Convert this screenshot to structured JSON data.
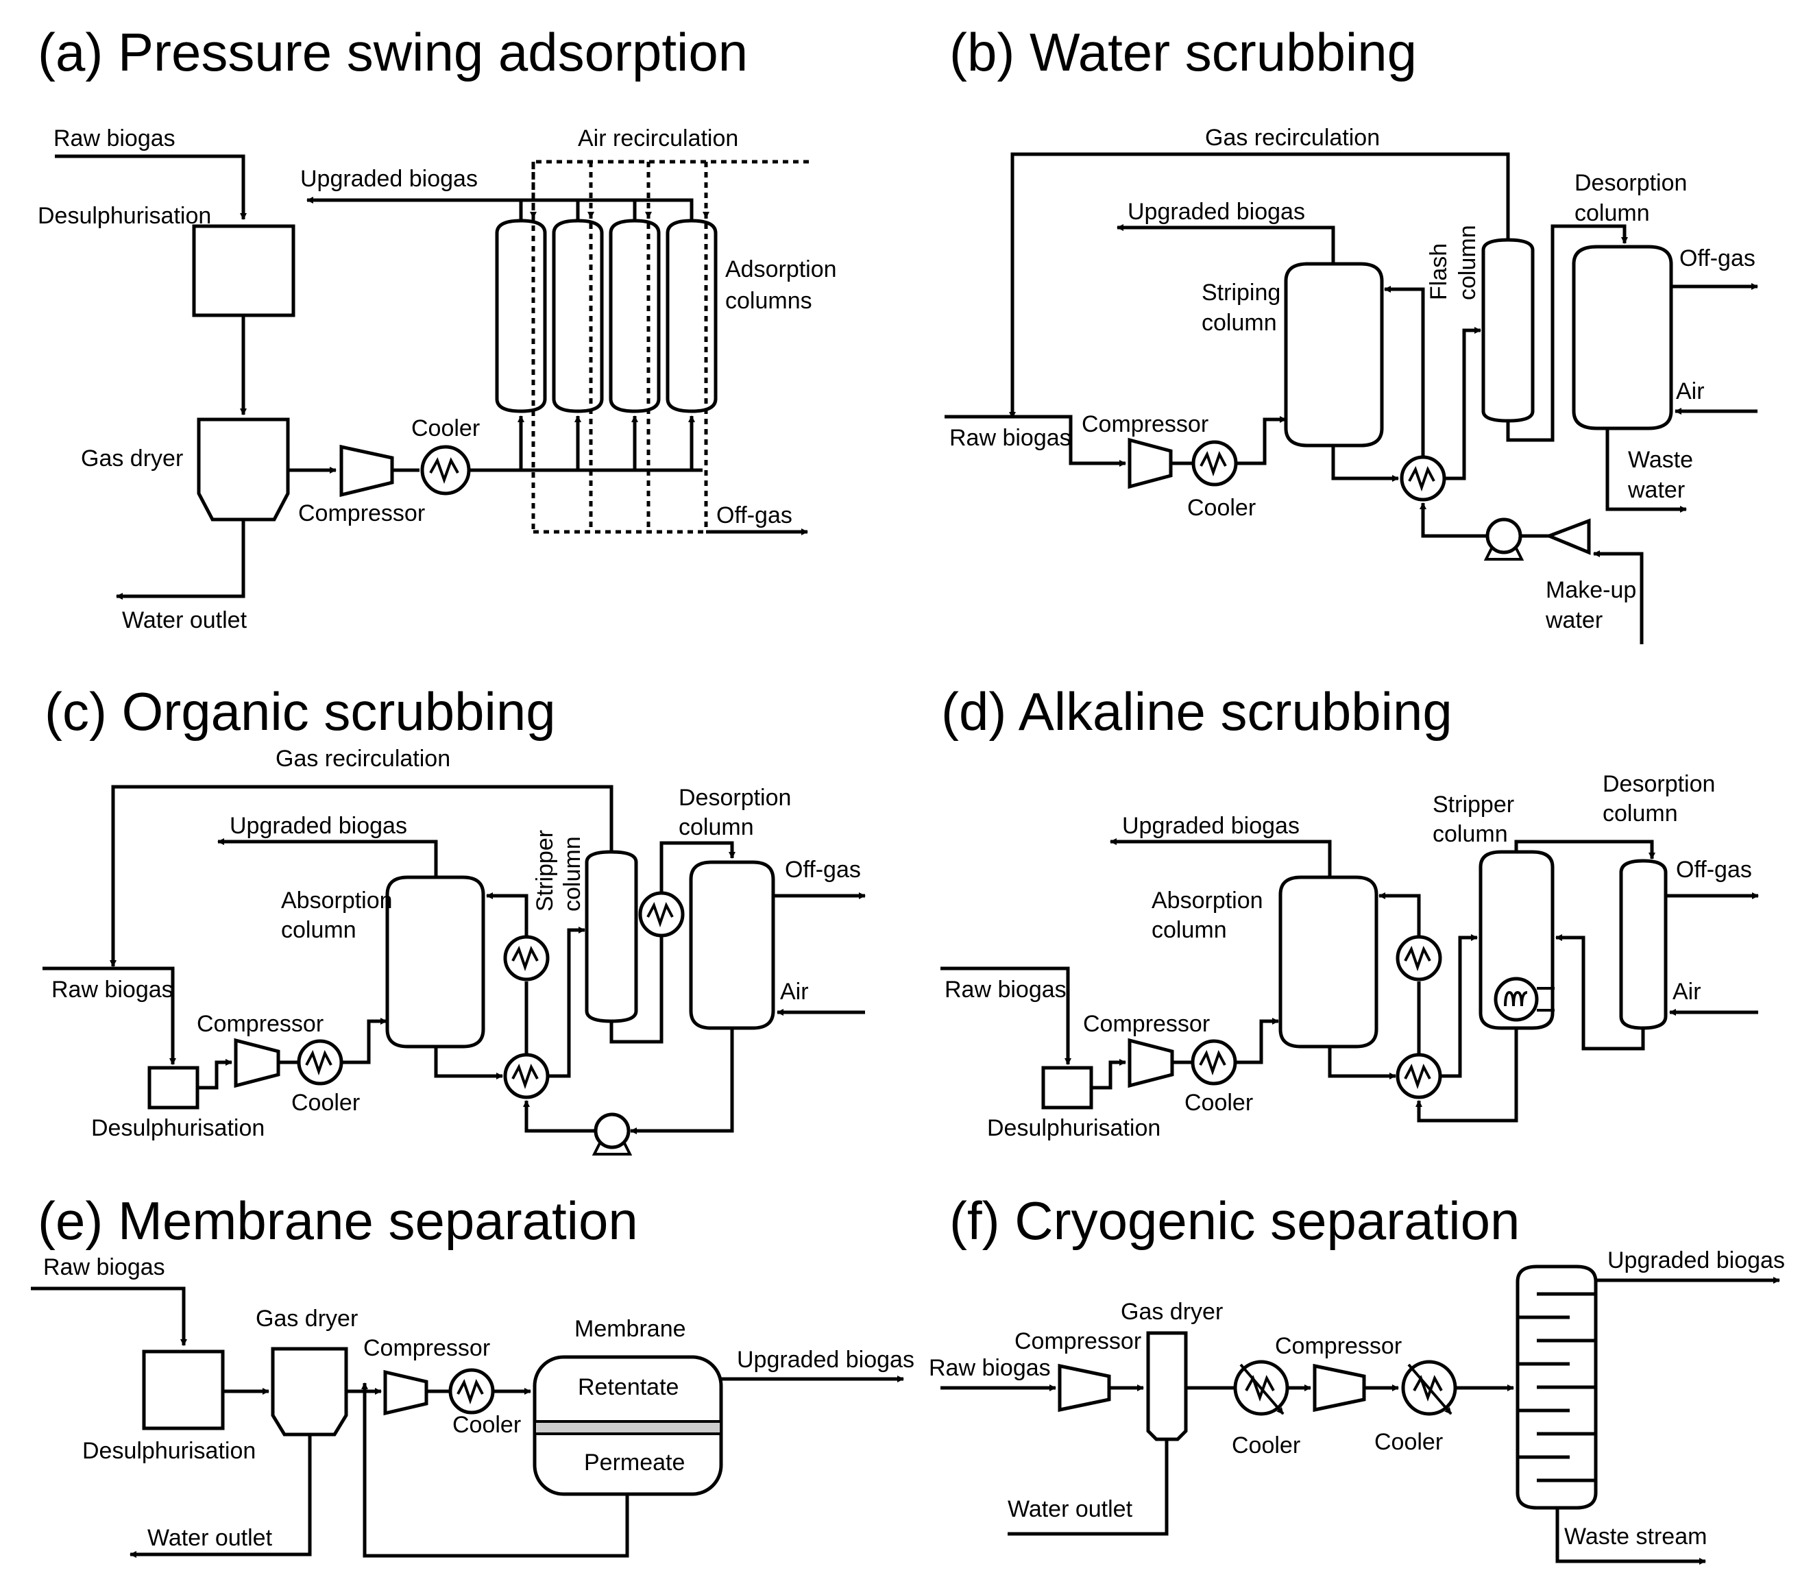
{
  "panels": {
    "a": {
      "title": "(a) Pressure swing adsorption",
      "labels": {
        "raw_biogas": "Raw biogas",
        "air_recirculation": "Air recirculation",
        "upgraded_biogas": "Upgraded biogas",
        "desulphurisation": "Desulphurisation",
        "adsorption_1": "Adsorption",
        "adsorption_2": "columns",
        "gas_dryer": "Gas dryer",
        "cooler": "Cooler",
        "compressor": "Compressor",
        "off_gas": "Off-gas",
        "water_outlet": "Water outlet"
      }
    },
    "b": {
      "title": "(b) Water scrubbing",
      "labels": {
        "gas_recirculation": "Gas recirculation",
        "desorption_1": "Desorption",
        "desorption_2": "column",
        "upgraded_biogas": "Upgraded biogas",
        "flash_1": "Flash",
        "flash_2": "column",
        "off_gas": "Off-gas",
        "striping_1": "Striping",
        "striping_2": "column",
        "air": "Air",
        "compressor": "Compressor",
        "raw_biogas": "Raw biogas",
        "waste_1": "Waste",
        "waste_2": "water",
        "cooler": "Cooler",
        "makeup_1": "Make-up",
        "makeup_2": "water"
      }
    },
    "c": {
      "title": "(c) Organic scrubbing",
      "labels": {
        "gas_recirculation": "Gas recirculation",
        "desorption_1": "Desorption",
        "desorption_2": "column",
        "upgraded_biogas": "Upgraded biogas",
        "stripper_1": "Stripper",
        "stripper_2": "column",
        "off_gas": "Off-gas",
        "absorption_1": "Absorption",
        "absorption_2": "column",
        "air": "Air",
        "raw_biogas": "Raw biogas",
        "compressor": "Compressor",
        "cooler": "Cooler",
        "desulphurisation": "Desulphurisation"
      }
    },
    "d": {
      "title": "(d) Alkaline scrubbing",
      "labels": {
        "desorption_1": "Desorption",
        "desorption_2": "column",
        "stripper_1": "Stripper",
        "stripper_2": "column",
        "upgraded_biogas": "Upgraded biogas",
        "off_gas": "Off-gas",
        "absorption_1": "Absorption",
        "absorption_2": "column",
        "air": "Air",
        "raw_biogas": "Raw biogas",
        "compressor": "Compressor",
        "cooler": "Cooler",
        "desulphurisation": "Desulphurisation"
      }
    },
    "e": {
      "title": "(e) Membrane separation",
      "labels": {
        "raw_biogas": "Raw biogas",
        "gas_dryer": "Gas dryer",
        "membrane": "Membrane",
        "compressor": "Compressor",
        "upgraded_biogas": "Upgraded biogas",
        "retentate": "Retentate",
        "cooler": "Cooler",
        "permeate": "Permeate",
        "desulphurisation": "Desulphurisation",
        "water_outlet": "Water outlet"
      }
    },
    "f": {
      "title": "(f) Cryogenic separation",
      "labels": {
        "upgraded_biogas": "Upgraded biogas",
        "gas_dryer": "Gas dryer",
        "compressor_1": "Compressor",
        "compressor_2": "Compressor",
        "raw_biogas": "Raw biogas",
        "cooler_1": "Cooler",
        "cooler_2": "Cooler",
        "water_outlet": "Water outlet",
        "waste_stream": "Waste stream"
      }
    }
  }
}
